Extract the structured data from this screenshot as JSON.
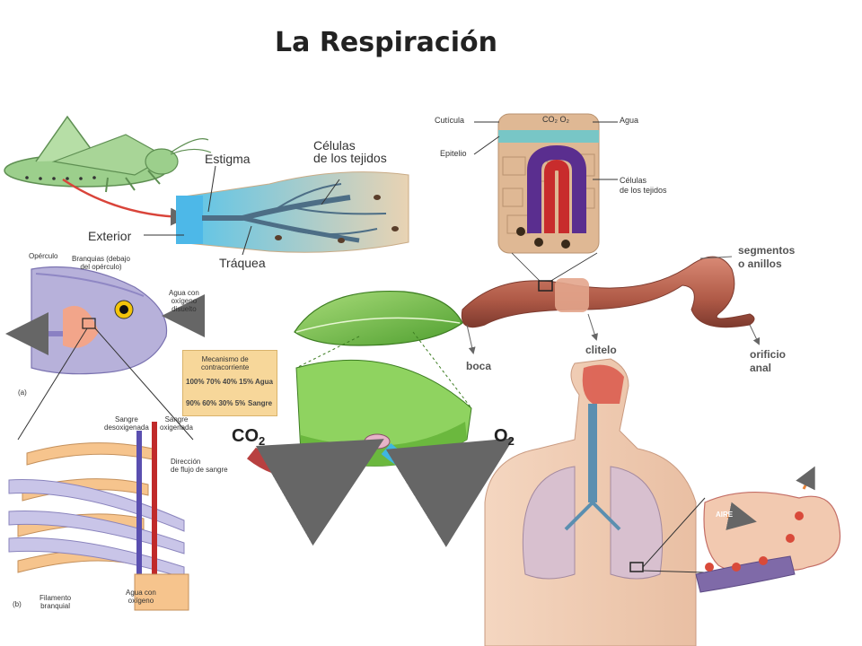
{
  "title": "La Respiración",
  "insect": {
    "labels": {
      "estigma": "Estigma",
      "celulas": "Células\nde los tejidos",
      "exterior": "Exterior",
      "traquea": "Tráquea"
    }
  },
  "earthworm_detail": {
    "labels": {
      "cuticula": "Cutícula",
      "epitelio": "Epitelio",
      "gases": "CO₂ O₂",
      "agua": "Agua",
      "celulas": "Células\nde los tejidos"
    }
  },
  "earthworm": {
    "labels": {
      "segmentos": "segmentos\no anillos",
      "boca": "boca",
      "clitelo": "clitelo",
      "orificio": "orificio\nanal"
    }
  },
  "fish": {
    "labels": {
      "operculo": "Opérculo",
      "branquias": "Branquias (debajo\ndel opérculo)",
      "agua": "Agua con\noxígeno\ndisuelto",
      "panel_a": "(a)",
      "panel_b": "(b)",
      "sangre_desox": "Sangre\ndesoxigenada",
      "sangre_ox": "Sangre\noxigenada",
      "direccion": "Dirección\nde flujo de sangre",
      "filamento": "Filamento\nbranquial",
      "agua_ox": "Agua con\noxígeno"
    },
    "countercurrent": {
      "title": "Mecanismo de\ncontracorriente",
      "agua_values": "100% 70% 40% 15%",
      "agua_label": "Agua",
      "sangre_values": "90% 60% 30% 5%",
      "sangre_label": "Sangre"
    }
  },
  "leaf": {
    "co2": "CO",
    "o2": "O",
    "sub2": "2"
  },
  "human": {
    "alveolus": {
      "aire": "AIRE"
    }
  },
  "colors": {
    "insect_green": "#9ccf8c",
    "worm": "#c46a57",
    "leaf": "#7fc94a",
    "co2_arrow": "#b84040",
    "o2_arrow": "#3fb6e0",
    "lung_tissue": "#f2c9b0"
  }
}
